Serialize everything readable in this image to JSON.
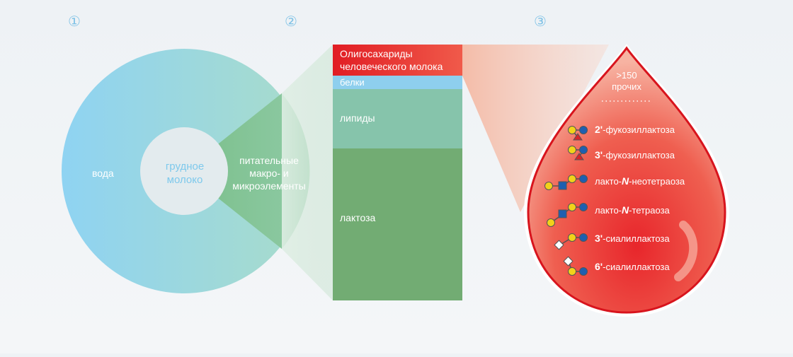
{
  "steps": [
    "①",
    "②",
    "③"
  ],
  "donut": {
    "center_label": "грудное молоко",
    "water_label": "вода",
    "nutrients_label": "питательные макро- и микроэлементы"
  },
  "composition_bar": {
    "segments": [
      {
        "label": "Олигосахариды человеческого молока",
        "color": "#e3252a"
      },
      {
        "label": "белки",
        "color": "#8ecfee"
      },
      {
        "label": "липиды",
        "color": "#86c4ab"
      },
      {
        "label": "лактоза",
        "color": "#72ac73"
      }
    ]
  },
  "drop": {
    "others_count": ">150",
    "others_label": "прочих",
    "hmo_list": [
      {
        "prefix": "2'",
        "suffix": "-фукозиллактоза"
      },
      {
        "prefix": "3'",
        "suffix": "-фукозиллактоза"
      },
      {
        "prefix": "лакто-",
        "mid": "N",
        "suffix": "-неотетраоза"
      },
      {
        "prefix": "лакто-",
        "mid": "N",
        "suffix": "-тетраоза"
      },
      {
        "prefix": "3'",
        "suffix": "-сиалиллактоза"
      },
      {
        "prefix": "6'",
        "suffix": "-сиалиллактоза"
      }
    ]
  },
  "colors": {
    "water": "#8ed2ee",
    "nutrients": "#7cbf8e",
    "hmo_red": "#e3252a",
    "galactose_yellow": "#f2d21a",
    "glucose_blue": "#1f5fb0",
    "fucose_red": "#d6232a",
    "glcnac_blue": "#1f5fb0"
  }
}
